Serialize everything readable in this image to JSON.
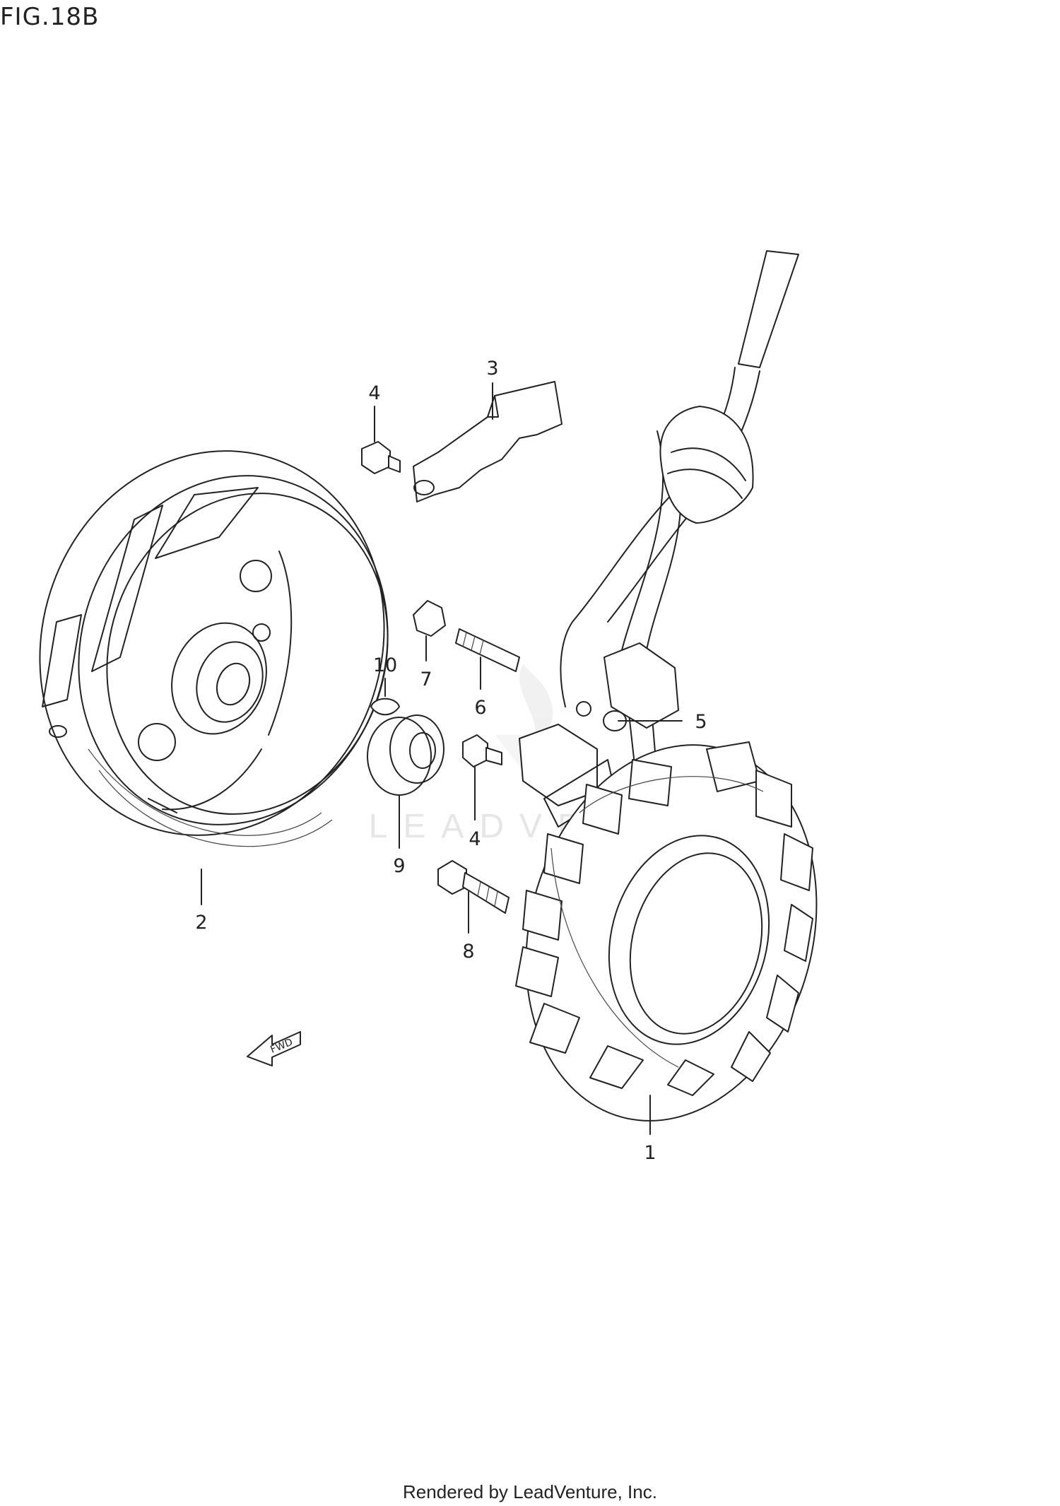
{
  "figure": {
    "label": "FIG.18B"
  },
  "callouts": [
    {
      "id": "part-1",
      "text": "1"
    },
    {
      "id": "part-2",
      "text": "2"
    },
    {
      "id": "part-3",
      "text": "3"
    },
    {
      "id": "part-4a",
      "text": "4"
    },
    {
      "id": "part-4b",
      "text": "4"
    },
    {
      "id": "part-5",
      "text": "5"
    },
    {
      "id": "part-6",
      "text": "6"
    },
    {
      "id": "part-7",
      "text": "7"
    },
    {
      "id": "part-8",
      "text": "8"
    },
    {
      "id": "part-9",
      "text": "9"
    },
    {
      "id": "part-10",
      "text": "10"
    }
  ],
  "fwd_arrow": {
    "text": "FWD"
  },
  "watermark": {
    "text": "LEADVENTURE"
  },
  "footer": {
    "text": "Rendered by LeadVenture, Inc."
  }
}
